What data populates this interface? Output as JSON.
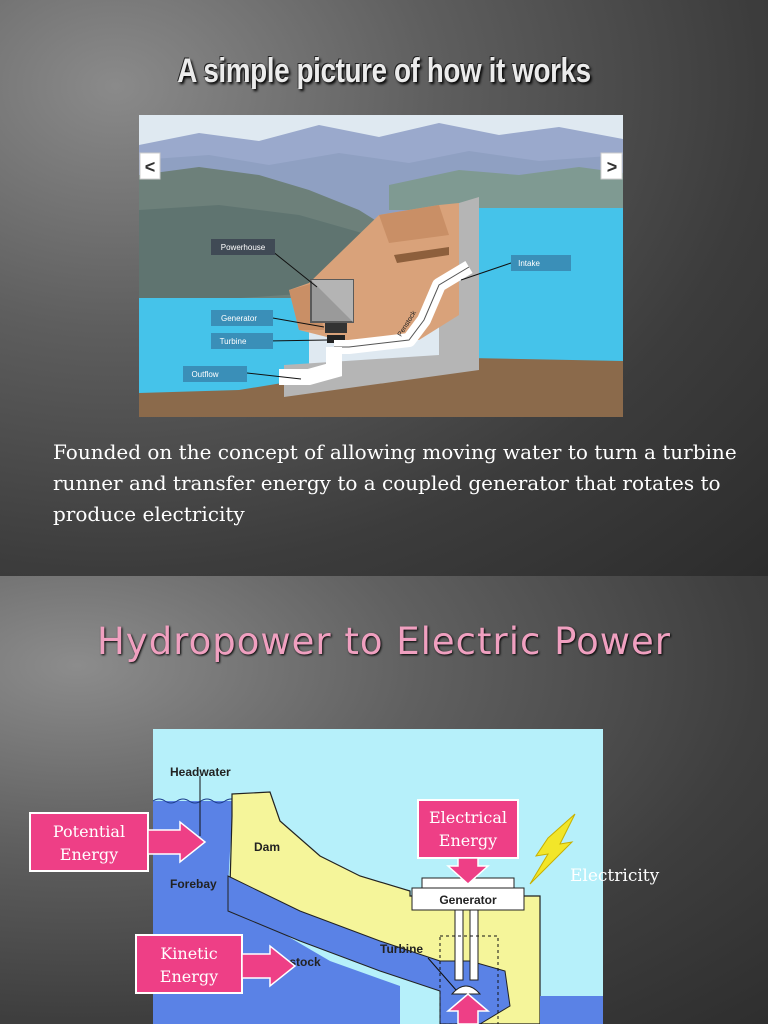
{
  "slide1": {
    "title": "A simple picture of how it works",
    "diagram": {
      "labels": {
        "powerhouse": "Powerhouse",
        "intake": "Intake",
        "generator": "Generator",
        "turbine": "Turbine",
        "outflow": "Outflow",
        "penstock": "Penstock"
      },
      "nav": {
        "prev": "<",
        "next": ">"
      }
    },
    "body": "Founded on the concept of allowing moving water to turn a turbine runner and transfer energy to a coupled generator that rotates to produce electricity"
  },
  "slide2": {
    "title": "Hydropower to Electric Power",
    "diagram": {
      "headwater": "Headwater",
      "dam": "Dam",
      "forebay": "Forebay",
      "generator": "Generator",
      "turbine": "Turbine",
      "penstock_partial": "nstock",
      "electricity": "Electricity",
      "potential_energy": [
        "Potential",
        "Energy"
      ],
      "electrical_energy": [
        "Electrical",
        "Energy"
      ],
      "kinetic_energy": [
        "Kinetic",
        "Energy"
      ]
    }
  },
  "colors": {
    "water": "#4ec5ea",
    "sky": "#dce8f2",
    "dam": "#d9a27a",
    "label_box": "#3a8fb8",
    "pink_box": "#ee3f86",
    "title_pink": "#f0a0c0",
    "diagram_bg": "#b6f0fa",
    "diagram_dam": "#f5f59a",
    "diagram_water": "#5a82e6"
  }
}
